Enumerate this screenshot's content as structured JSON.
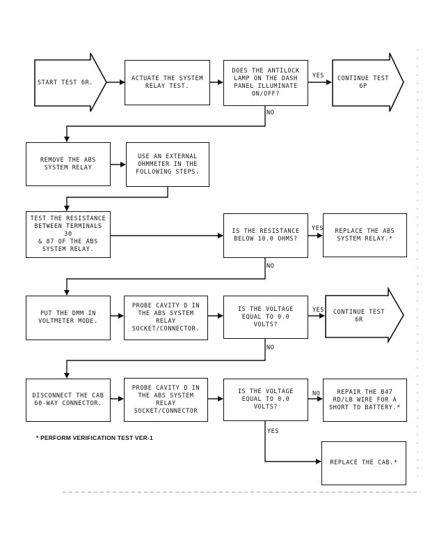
{
  "steps": {
    "start": "START TEST 6R.",
    "activate_relay": "ACTUATE THE SYSTEM\nRELAY TEST.",
    "q_lamp": "DOES THE ANTILOCK\nLAMP ON THE DASH\nPANEL ILLUMINATE\nON/OFF?",
    "continue_6p": "CONTINUE TEST\n6P",
    "remove_relay": "REMOVE THE ABS\nSYSTEM RELAY",
    "use_ohmmeter": "USE AN EXTERNAL\nOHMMETER IN THE\nFOLLOWING STEPS.",
    "test_resistance": "TEST THE RESISTANCE\nBETWEEN TERMINALS 30\n& 87 OF THE ABS\nSYSTEM RELAY.",
    "q_resistance": "IS THE RESISTANCE\nBELOW 10.0 OHMS?",
    "replace_relay": "REPLACE THE ABS\nSYSTEM RELAY.*",
    "put_dmm": "PUT THE DMM IN\nVOLTMETER MODE.",
    "probe_1": "PROBE CAVITY D IN\nTHE ABS SYSTEM RELAY\nSOCKET/CONNECTOR.",
    "q_voltage_1": "IS THE VOLTAGE\nEQUAL TO 0.0\nVOLTS?",
    "continue_6r": "CONTINUE TEST\n6R",
    "disconnect_cab": "DISCONNECT THE CAB\n60-WAY CONNECTOR.",
    "probe_2": "PROBE CAVITY D IN\nTHE ABS SYSTEM RELAY\nSOCKET/CONNECTOR",
    "q_voltage_2": "IS THE VOLTAGE\nEQUAL TO 0.0\nVOLTS?",
    "repair_wire": "REPAIR THE B47\nRD/LB WIRE FOR A\nSHORT TO BATTERY.*",
    "replace_cab": "REPLACE THE CAB.*"
  },
  "labels": {
    "yes": "YES",
    "no": "NO"
  },
  "footnote": "* PERFORM VERIFICATION TEST VER-1"
}
